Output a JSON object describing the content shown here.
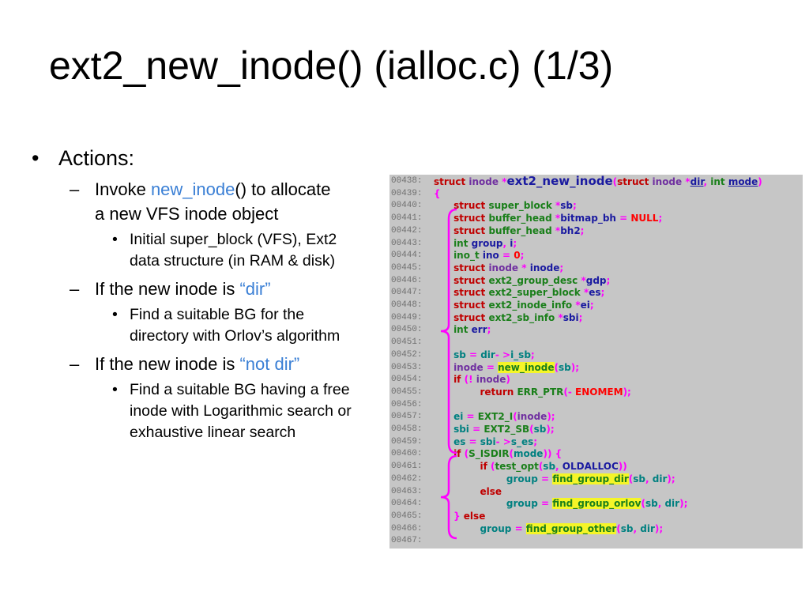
{
  "title": "ext2_new_inode() (ialloc.c) (1/3)",
  "bullets": {
    "actions": "Actions:",
    "items": [
      {
        "parts": [
          {
            "t": "Invoke "
          },
          {
            "t": "new_inode",
            "hl": true
          },
          {
            "t": "() to allocate a new VFS inode object"
          }
        ],
        "sub": [
          "Initial super_block (VFS), Ext2 data structure (in RAM & disk)"
        ]
      },
      {
        "parts": [
          {
            "t": "If the new inode is "
          },
          {
            "t": "“dir”",
            "hl": true
          }
        ],
        "sub": [
          "Find a suitable BG for the directory with Orlov’s algorithm"
        ]
      },
      {
        "parts": [
          {
            "t": "If the new inode is "
          },
          {
            "t": "“not dir”",
            "hl": true
          }
        ],
        "sub": [
          "Find a suitable BG having a free inode with Logarithmic search or exhaustive linear search"
        ]
      }
    ]
  },
  "colors": {
    "keyword": "#c00000",
    "type": "#7030a0",
    "identifier": "#1a7f1a",
    "variable": "#1a1aa0",
    "operator": "#ff00ff",
    "literal": "#ff0000",
    "param": "#008080",
    "highlight": "#f5f528",
    "brace": "#ff00ff",
    "panel": "#c6c6c6"
  },
  "code": [
    {
      "n": "00438:",
      "s": [
        [
          "struct ",
          "keyword"
        ],
        [
          "inode",
          "type"
        ],
        [
          " *",
          "operator"
        ],
        [
          "ext2_new_inode",
          "variable",
          "big"
        ],
        [
          "(",
          "operator"
        ],
        [
          "struct ",
          "keyword"
        ],
        [
          "inode",
          "type"
        ],
        [
          " *",
          "operator"
        ],
        [
          "dir",
          "variable",
          "u"
        ],
        [
          ", ",
          "operator"
        ],
        [
          "int ",
          "identifier"
        ],
        [
          "mode",
          "variable",
          "u"
        ],
        [
          ")",
          "operator"
        ]
      ]
    },
    {
      "n": "00439:",
      "s": [
        [
          "{",
          "operator"
        ]
      ]
    },
    {
      "n": "00440:",
      "s": [
        [
          "      struct ",
          "keyword"
        ],
        [
          "super_block ",
          "identifier"
        ],
        [
          "*",
          "operator"
        ],
        [
          "sb",
          "variable"
        ],
        [
          ";",
          "operator"
        ]
      ]
    },
    {
      "n": "00441:",
      "s": [
        [
          "      struct ",
          "keyword"
        ],
        [
          "buffer_head ",
          "identifier"
        ],
        [
          "*",
          "operator"
        ],
        [
          "bitmap_bh ",
          "variable"
        ],
        [
          "= ",
          "operator"
        ],
        [
          "NULL",
          "literal"
        ],
        [
          ";",
          "operator"
        ]
      ]
    },
    {
      "n": "00442:",
      "s": [
        [
          "      struct ",
          "keyword"
        ],
        [
          "buffer_head ",
          "identifier"
        ],
        [
          "*",
          "operator"
        ],
        [
          "bh2",
          "variable"
        ],
        [
          ";",
          "operator"
        ]
      ]
    },
    {
      "n": "00443:",
      "s": [
        [
          "      int ",
          "identifier"
        ],
        [
          "group",
          "variable"
        ],
        [
          ", ",
          "operator"
        ],
        [
          "i",
          "variable"
        ],
        [
          ";",
          "operator"
        ]
      ]
    },
    {
      "n": "00444:",
      "s": [
        [
          "      ino_t ",
          "identifier"
        ],
        [
          "ino ",
          "variable"
        ],
        [
          "= ",
          "operator"
        ],
        [
          "0",
          "literal"
        ],
        [
          ";",
          "operator"
        ]
      ]
    },
    {
      "n": "00445:",
      "s": [
        [
          "      struct ",
          "keyword"
        ],
        [
          "inode",
          "type"
        ],
        [
          " * ",
          "operator"
        ],
        [
          "inode",
          "variable"
        ],
        [
          ";",
          "operator"
        ]
      ]
    },
    {
      "n": "00446:",
      "s": [
        [
          "      struct ",
          "keyword"
        ],
        [
          "ext2_group_desc ",
          "identifier"
        ],
        [
          "*",
          "operator"
        ],
        [
          "gdp",
          "variable"
        ],
        [
          ";",
          "operator"
        ]
      ]
    },
    {
      "n": "00447:",
      "s": [
        [
          "      struct ",
          "keyword"
        ],
        [
          "ext2_super_block ",
          "identifier"
        ],
        [
          "*",
          "operator"
        ],
        [
          "es",
          "variable"
        ],
        [
          ";",
          "operator"
        ]
      ]
    },
    {
      "n": "00448:",
      "s": [
        [
          "      struct ",
          "keyword"
        ],
        [
          "ext2_inode_info ",
          "identifier"
        ],
        [
          "*",
          "operator"
        ],
        [
          "ei",
          "variable"
        ],
        [
          ";",
          "operator"
        ]
      ]
    },
    {
      "n": "00449:",
      "s": [
        [
          "      struct ",
          "keyword"
        ],
        [
          "ext2_sb_info ",
          "identifier"
        ],
        [
          "*",
          "operator"
        ],
        [
          "sbi",
          "variable"
        ],
        [
          ";",
          "operator"
        ]
      ]
    },
    {
      "n": "00450:",
      "s": [
        [
          "      int ",
          "identifier"
        ],
        [
          "err",
          "variable"
        ],
        [
          ";",
          "operator"
        ]
      ]
    },
    {
      "n": "00451:",
      "s": []
    },
    {
      "n": "00452:",
      "s": [
        [
          "      sb ",
          "param"
        ],
        [
          "= ",
          "operator"
        ],
        [
          "dir",
          "param"
        ],
        [
          "- >",
          "operator"
        ],
        [
          "i_sb",
          "param"
        ],
        [
          ";",
          "operator"
        ]
      ]
    },
    {
      "n": "00453:",
      "s": [
        [
          "      inode",
          "type"
        ],
        [
          " = ",
          "operator"
        ],
        [
          "new_inode",
          "identifier",
          "ylw"
        ],
        [
          "(",
          "operator"
        ],
        [
          "sb",
          "param"
        ],
        [
          ");",
          "operator"
        ]
      ]
    },
    {
      "n": "00454:",
      "s": [
        [
          "      if ",
          "keyword"
        ],
        [
          "(! ",
          "operator"
        ],
        [
          "inode",
          "type"
        ],
        [
          ")",
          "operator"
        ]
      ]
    },
    {
      "n": "00455:",
      "s": [
        [
          "              return ",
          "keyword"
        ],
        [
          "ERR_PTR",
          "identifier"
        ],
        [
          "(- ",
          "operator"
        ],
        [
          "ENOMEM",
          "literal"
        ],
        [
          ");",
          "operator"
        ]
      ]
    },
    {
      "n": "00456:",
      "s": []
    },
    {
      "n": "00457:",
      "s": [
        [
          "      ei ",
          "param"
        ],
        [
          "= ",
          "operator"
        ],
        [
          "EXT2_I",
          "identifier"
        ],
        [
          "(",
          "operator"
        ],
        [
          "inode",
          "type"
        ],
        [
          ");",
          "operator"
        ]
      ]
    },
    {
      "n": "00458:",
      "s": [
        [
          "      sbi ",
          "param"
        ],
        [
          "= ",
          "operator"
        ],
        [
          "EXT2_SB",
          "identifier"
        ],
        [
          "(",
          "operator"
        ],
        [
          "sb",
          "param"
        ],
        [
          ");",
          "operator"
        ]
      ]
    },
    {
      "n": "00459:",
      "s": [
        [
          "      es ",
          "param"
        ],
        [
          "= ",
          "operator"
        ],
        [
          "sbi",
          "param"
        ],
        [
          "- >",
          "operator"
        ],
        [
          "s_es",
          "param"
        ],
        [
          ";",
          "operator"
        ]
      ]
    },
    {
      "n": "00460:",
      "s": [
        [
          "      if ",
          "keyword"
        ],
        [
          "(",
          "operator"
        ],
        [
          "S_ISDIR",
          "identifier"
        ],
        [
          "(",
          "operator"
        ],
        [
          "mode",
          "param"
        ],
        [
          ")) {",
          "operator"
        ]
      ]
    },
    {
      "n": "00461:",
      "s": [
        [
          "              if ",
          "keyword"
        ],
        [
          "(",
          "operator"
        ],
        [
          "test_opt",
          "identifier"
        ],
        [
          "(",
          "operator"
        ],
        [
          "sb",
          "param"
        ],
        [
          ", ",
          "operator"
        ],
        [
          "OLDALLOC",
          "variable"
        ],
        [
          "))",
          "operator"
        ]
      ]
    },
    {
      "n": "00462:",
      "s": [
        [
          "                      group ",
          "param"
        ],
        [
          "= ",
          "operator"
        ],
        [
          "find_group_dir",
          "identifier",
          "ylw"
        ],
        [
          "(",
          "operator"
        ],
        [
          "sb",
          "param"
        ],
        [
          ", ",
          "operator"
        ],
        [
          "dir",
          "param"
        ],
        [
          ");",
          "operator"
        ]
      ]
    },
    {
      "n": "00463:",
      "s": [
        [
          "              else",
          "keyword"
        ]
      ]
    },
    {
      "n": "00464:",
      "s": [
        [
          "                      group ",
          "param"
        ],
        [
          "= ",
          "operator"
        ],
        [
          "find_group_orlov",
          "identifier",
          "ylw"
        ],
        [
          "(",
          "operator"
        ],
        [
          "sb",
          "param"
        ],
        [
          ", ",
          "operator"
        ],
        [
          "dir",
          "param"
        ],
        [
          ");",
          "operator"
        ]
      ]
    },
    {
      "n": "00465:",
      "s": [
        [
          "      } ",
          "operator"
        ],
        [
          "else",
          "keyword"
        ]
      ]
    },
    {
      "n": "00466:",
      "s": [
        [
          "              group ",
          "param"
        ],
        [
          "= ",
          "operator"
        ],
        [
          "find_group_other",
          "identifier",
          "ylw"
        ],
        [
          "(",
          "operator"
        ],
        [
          "sb",
          "param"
        ],
        [
          ", ",
          "operator"
        ],
        [
          "dir",
          "param"
        ],
        [
          ");",
          "operator"
        ]
      ]
    },
    {
      "n": "00467:",
      "s": []
    }
  ]
}
